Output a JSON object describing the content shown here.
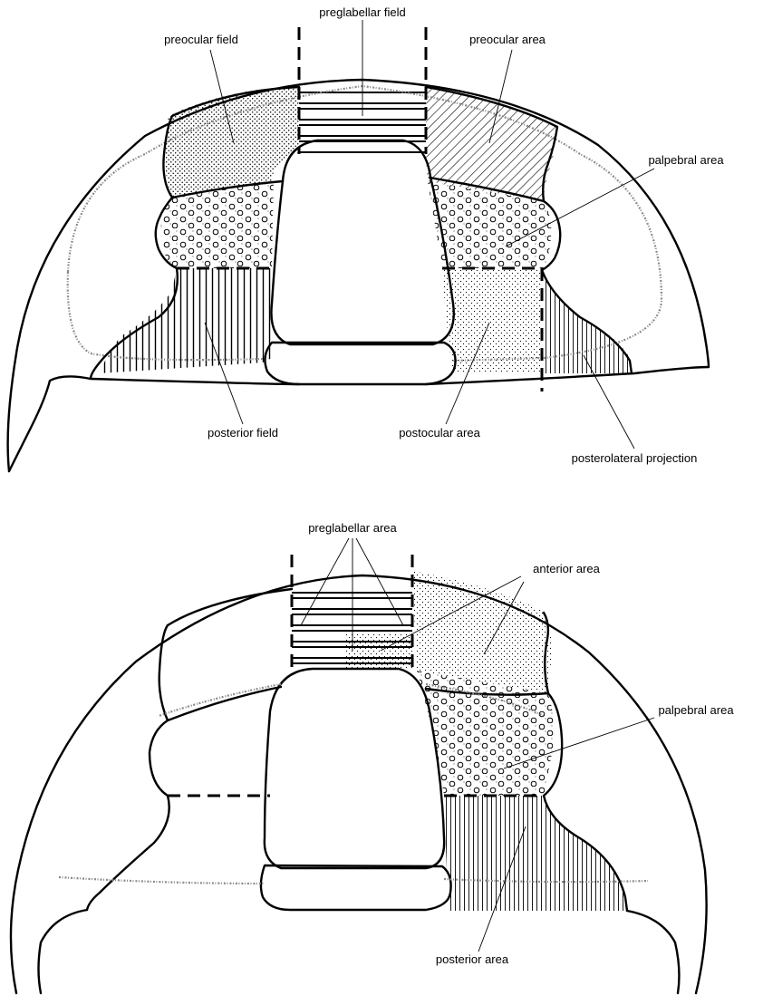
{
  "figure_top": {
    "labels": {
      "preglabellar_field": "preglabellar field",
      "preocular_field": "preocular field",
      "preocular_area": "preocular area",
      "palpebral_area": "palpebral area",
      "posterior_field": "posterior field",
      "postocular_area": "postocular area",
      "posterolateral_projection": "posterolateral projection"
    }
  },
  "figure_bottom": {
    "labels": {
      "preglabellar_area": "preglabellar area",
      "anterior_area": "anterior area",
      "palpebral_area": "palpebral area",
      "posterior_area": "posterior area"
    }
  }
}
